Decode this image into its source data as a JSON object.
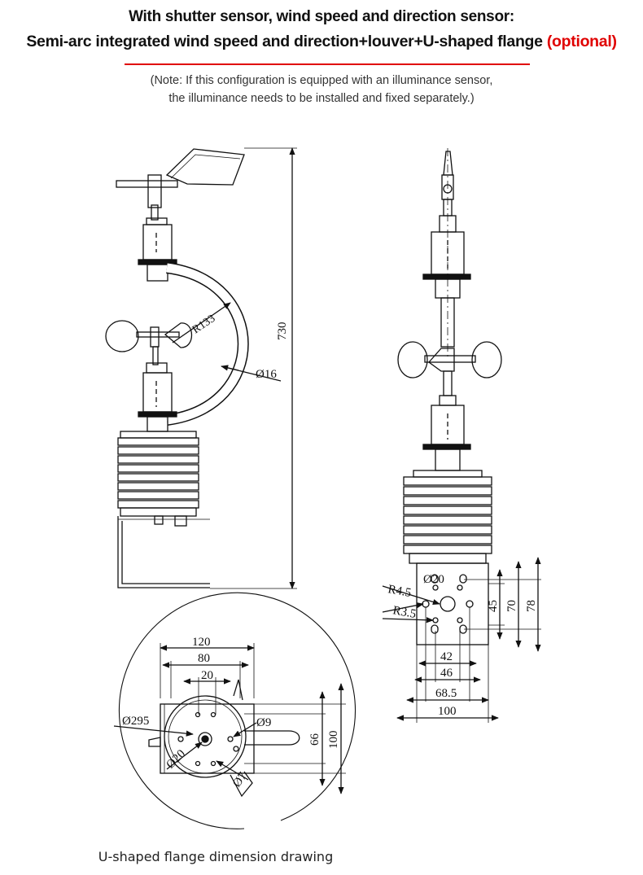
{
  "header": {
    "title_line1": "With shutter sensor, wind speed and direction sensor:",
    "title_line2": "Semi-arc integrated wind speed and direction+louver+U-shaped flange",
    "title_optional": "(optional)",
    "note_line1": "(Note: If this configuration is equipped with an illuminance sensor,",
    "note_line2": "the illuminance needs to be installed and fixed separately.)",
    "accent_color": "#e00000"
  },
  "side_view": {
    "height_dim": "730",
    "radius_dim": "R133",
    "tube_dim": "Ø16"
  },
  "front_view": {
    "hole_dim": "Ø20",
    "radius_large": "R4.5",
    "radius_small": "R3.5",
    "dim_45": "45",
    "dim_70": "70",
    "dim_78": "78",
    "dim_42": "42",
    "dim_46": "46",
    "dim_68_5": "68.5",
    "dim_100": "100"
  },
  "flange_view": {
    "dim_120": "120",
    "dim_80": "80",
    "dim_20": "20",
    "dim_295": "Ø295",
    "dim_9": "Ø9",
    "dim_20b": "Ø20",
    "dim_7": "Ø7",
    "dim_66": "66",
    "dim_100": "100"
  },
  "caption": "U-shaped flange dimension drawing"
}
